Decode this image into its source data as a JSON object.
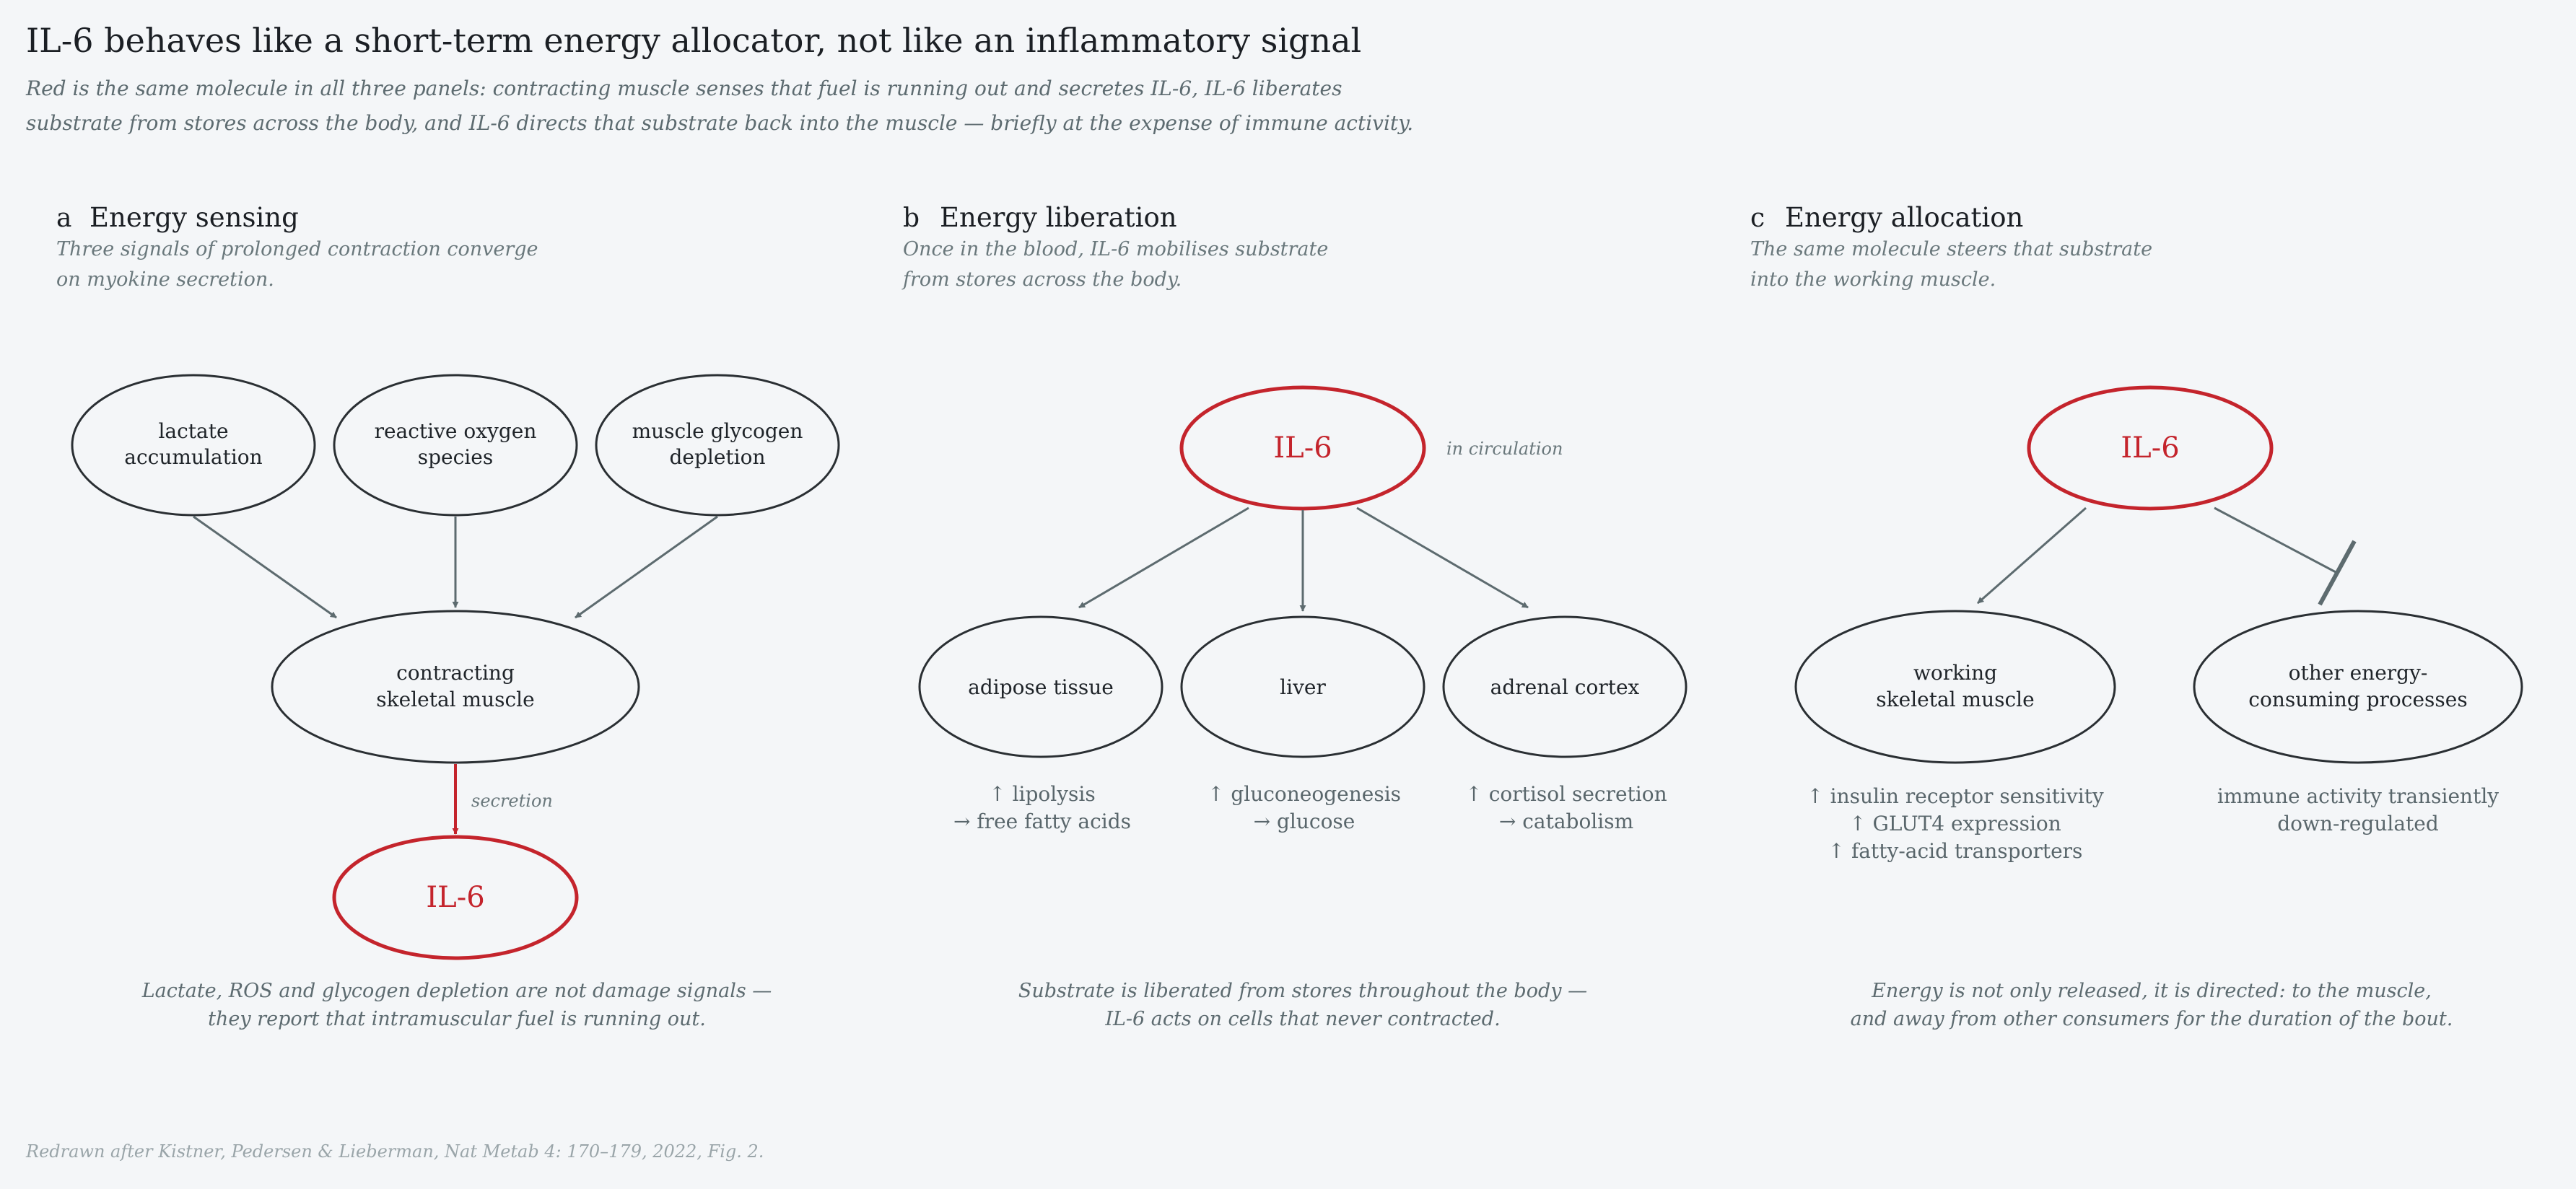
{
  "title": "IL-6 behaves like a short-term energy allocator, not like an inflammatory signal",
  "subtitle": [
    "Red is the same molecule in all three panels: contracting muscle senses that fuel is running out and secretes IL-6, IL-6 liberates",
    "substrate from stores across the body, and IL-6 directs that substrate back into the muscle — briefly at the expense of immune activity."
  ],
  "colors": {
    "background": "#f4f6f8",
    "il6_accent": "#c4242c",
    "node_stroke": "#2a2f33",
    "arrow": "#5d6b6f",
    "muted_text": "#6a787c"
  },
  "panels": {
    "a": {
      "letter": "a",
      "title": "Energy sensing",
      "subtitle": [
        "Three signals of prolonged contraction converge",
        "on myokine secretion."
      ],
      "nodes": {
        "lactate": [
          "lactate",
          "accumulation"
        ],
        "ros": [
          "reactive oxygen",
          "species"
        ],
        "glycogen": [
          "muscle glycogen",
          "depletion"
        ],
        "muscle": [
          "contracting",
          "skeletal muscle"
        ],
        "il6": "IL-6"
      },
      "edge_label": "secretion",
      "caption": [
        "Lactate, ROS and glycogen depletion are not damage signals —",
        "they report that intramuscular fuel is running out."
      ]
    },
    "b": {
      "letter": "b",
      "title": "Energy liberation",
      "subtitle": [
        "Once in the blood, IL-6 mobilises substrate",
        "from stores across the body."
      ],
      "nodes": {
        "il6": "IL-6",
        "adipose": "adipose tissue",
        "liver": "liver",
        "adrenal": "adrenal cortex"
      },
      "il6_note": "in circulation",
      "effects": {
        "adipose": [
          "↑ lipolysis",
          "→ free fatty acids"
        ],
        "liver": [
          "↑ gluconeogenesis",
          "→ glucose"
        ],
        "adrenal": [
          "↑ cortisol secretion",
          "→ catabolism"
        ]
      },
      "caption": [
        "Substrate is liberated from stores throughout the body —",
        "IL-6 acts on cells that never contracted."
      ]
    },
    "c": {
      "letter": "c",
      "title": "Energy allocation",
      "subtitle": [
        "The same molecule steers that substrate",
        "into the working muscle."
      ],
      "nodes": {
        "il6": "IL-6",
        "muscle": [
          "working",
          "skeletal muscle"
        ],
        "other": [
          "other energy-",
          "consuming processes"
        ]
      },
      "effects": {
        "muscle": [
          "↑ insulin receptor sensitivity",
          "↑ GLUT4 expression",
          "↑ fatty-acid transporters"
        ],
        "other": [
          "immune activity transiently",
          "down-regulated"
        ]
      },
      "caption": [
        "Energy is not only released, it is directed: to the muscle,",
        "and away from other consumers for the duration of the bout."
      ]
    }
  },
  "source": "Redrawn after Kistner, Pedersen & Lieberman, Nat Metab 4: 170–179, 2022, Fig. 2."
}
